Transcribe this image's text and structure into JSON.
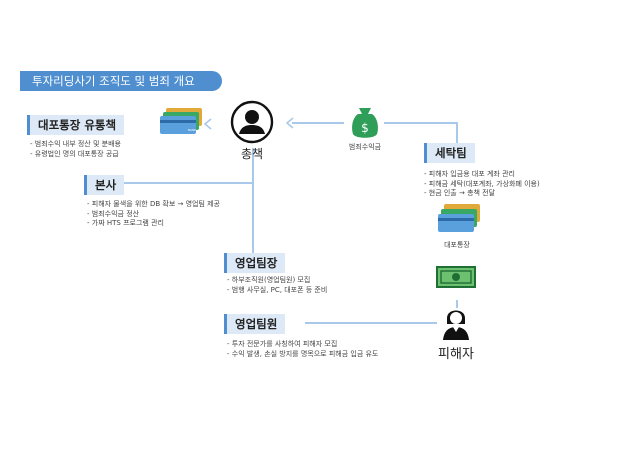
{
  "title": "투자리딩사기 조직도 및 범죄 개요",
  "nodes": {
    "boss": {
      "label": "총책"
    },
    "account_distributor": {
      "label": "대포통장 유통책",
      "desc": [
        "범죄수익 내부 정산 및 분배용",
        "유령법인 명의 대포통장 공급"
      ]
    },
    "headquarters": {
      "label": "본사",
      "desc": [
        "피해자 물색을 위한 DB 확보 → 영업팀 제공",
        "범죄수익금 정산",
        "가짜 HTS 프로그램 관리"
      ]
    },
    "sales_lead": {
      "label": "영업팀장",
      "desc": [
        "하부조직원(영업팀원) 모집",
        "범행 사무실, PC, 대포폰 등 준비"
      ]
    },
    "sales_member": {
      "label": "영업팀원",
      "desc": [
        "투자 전문가를 사칭하여 피해자 모집",
        "수익 발생, 손실 방지를 명목으로 피해금 입금 유도"
      ]
    },
    "laundering": {
      "label": "세탁팀",
      "desc": [
        "피해자 입금용 대포 계좌 관리",
        "피해금 세탁(대포계좌, 가상화폐 이용)",
        "현금 인출 → 총책 전달"
      ]
    },
    "victim": {
      "label": "피해자"
    }
  },
  "icons": {
    "money_bag_label": "범죄수익금",
    "bank_account_label": "대포통장",
    "card_text": "BANK"
  },
  "colors": {
    "accent": "#4f8fd0",
    "label_bg": "#dde9f6",
    "line": "#a9c9ea",
    "money_green": "#2f9e58"
  }
}
